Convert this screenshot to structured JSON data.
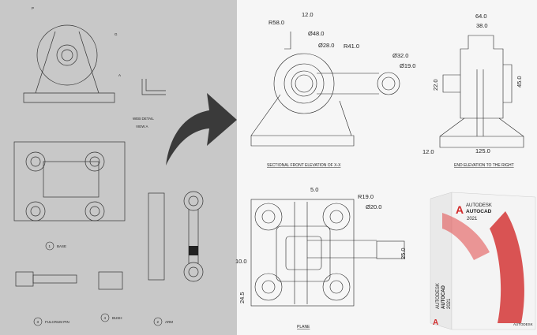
{
  "colors": {
    "left_bg": "#c8c8c8",
    "right_bg": "#f6f6f6",
    "arrow": "#3a3a3a",
    "autocad_red": "#d22a2a"
  },
  "left_panel": {
    "labels": {
      "web_detail": "WEB DETAIL",
      "view_a": "VIEW A",
      "base": "BASE",
      "fulcrum_pin": "FULCRUM PIN",
      "bush": "BUSH",
      "arm": "ARM"
    },
    "part_numbers": {
      "base": "1",
      "arm": "2",
      "fulcrum_pin": "3",
      "bush": "4"
    },
    "callouts": {
      "p": "P",
      "g": "G",
      "a": "A"
    }
  },
  "arrow_icon": "curved-arrow-right",
  "front_elevation": {
    "caption": "SECTIONAL FRONT ELEVATION OF X-X",
    "dims": [
      "R58.0",
      "12.0",
      "Ø48.0",
      "Ø28.0",
      "R41.0",
      "Ø32.0",
      "Ø19.0"
    ]
  },
  "end_elevation": {
    "caption": "END ELEVATION TO THE RIGHT",
    "dims": [
      "64.0",
      "38.0",
      "22.0",
      "45.0",
      "12.0",
      "125.0"
    ]
  },
  "plane": {
    "caption": "PLANE",
    "dims": [
      "5.0",
      "R19.0",
      "Ø20.0",
      "10.0",
      "25.0",
      "24.5"
    ]
  },
  "product_box": {
    "brand": "AUTODESK",
    "product": "AUTOCAD",
    "year": "2021",
    "footer": "AUTODESK"
  }
}
